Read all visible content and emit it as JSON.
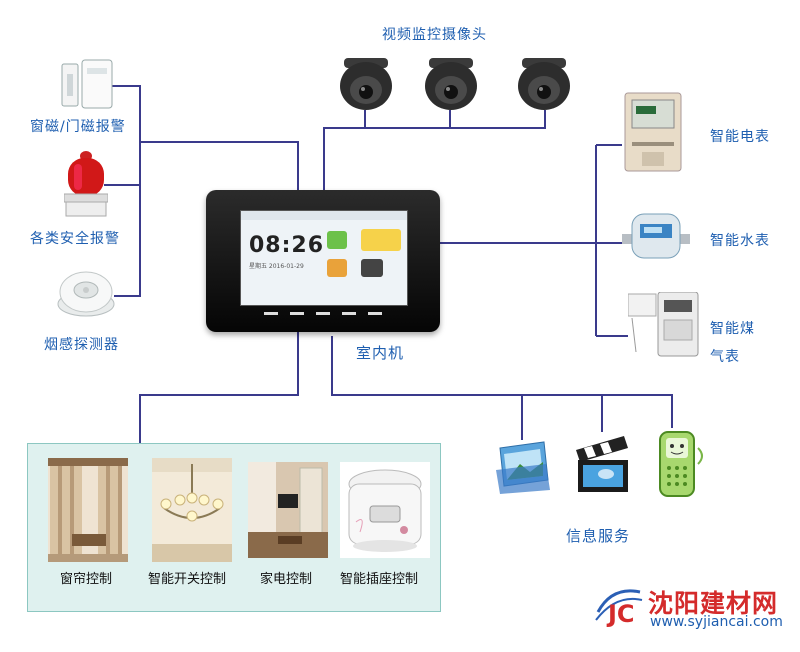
{
  "labels": {
    "cameras": "视频监控摄像头",
    "door_sensor": "窗磁/门磁报警",
    "alarm": "各类安全报警",
    "smoke": "烟感探测器",
    "indoor_unit": "室内机",
    "elec_meter": "智能电表",
    "water_meter": "智能水表",
    "gas_meter_l1": "智能煤",
    "gas_meter_l2": "气表",
    "info_service": "信息服务",
    "curtain": "窗帘控制",
    "switch": "智能开关控制",
    "appliance": "家电控制",
    "socket": "智能插座控制"
  },
  "screen": {
    "clock": "08:26",
    "date": "星期五 2016-01-29"
  },
  "watermark": {
    "logo_text": "沈阳建材网",
    "url": "www.syjiancai.com"
  },
  "colors": {
    "wire": "#3a3a8c",
    "label": "#1f5fb0",
    "panel_bg": "#dff1ef",
    "panel_border": "#8cc7c1"
  }
}
